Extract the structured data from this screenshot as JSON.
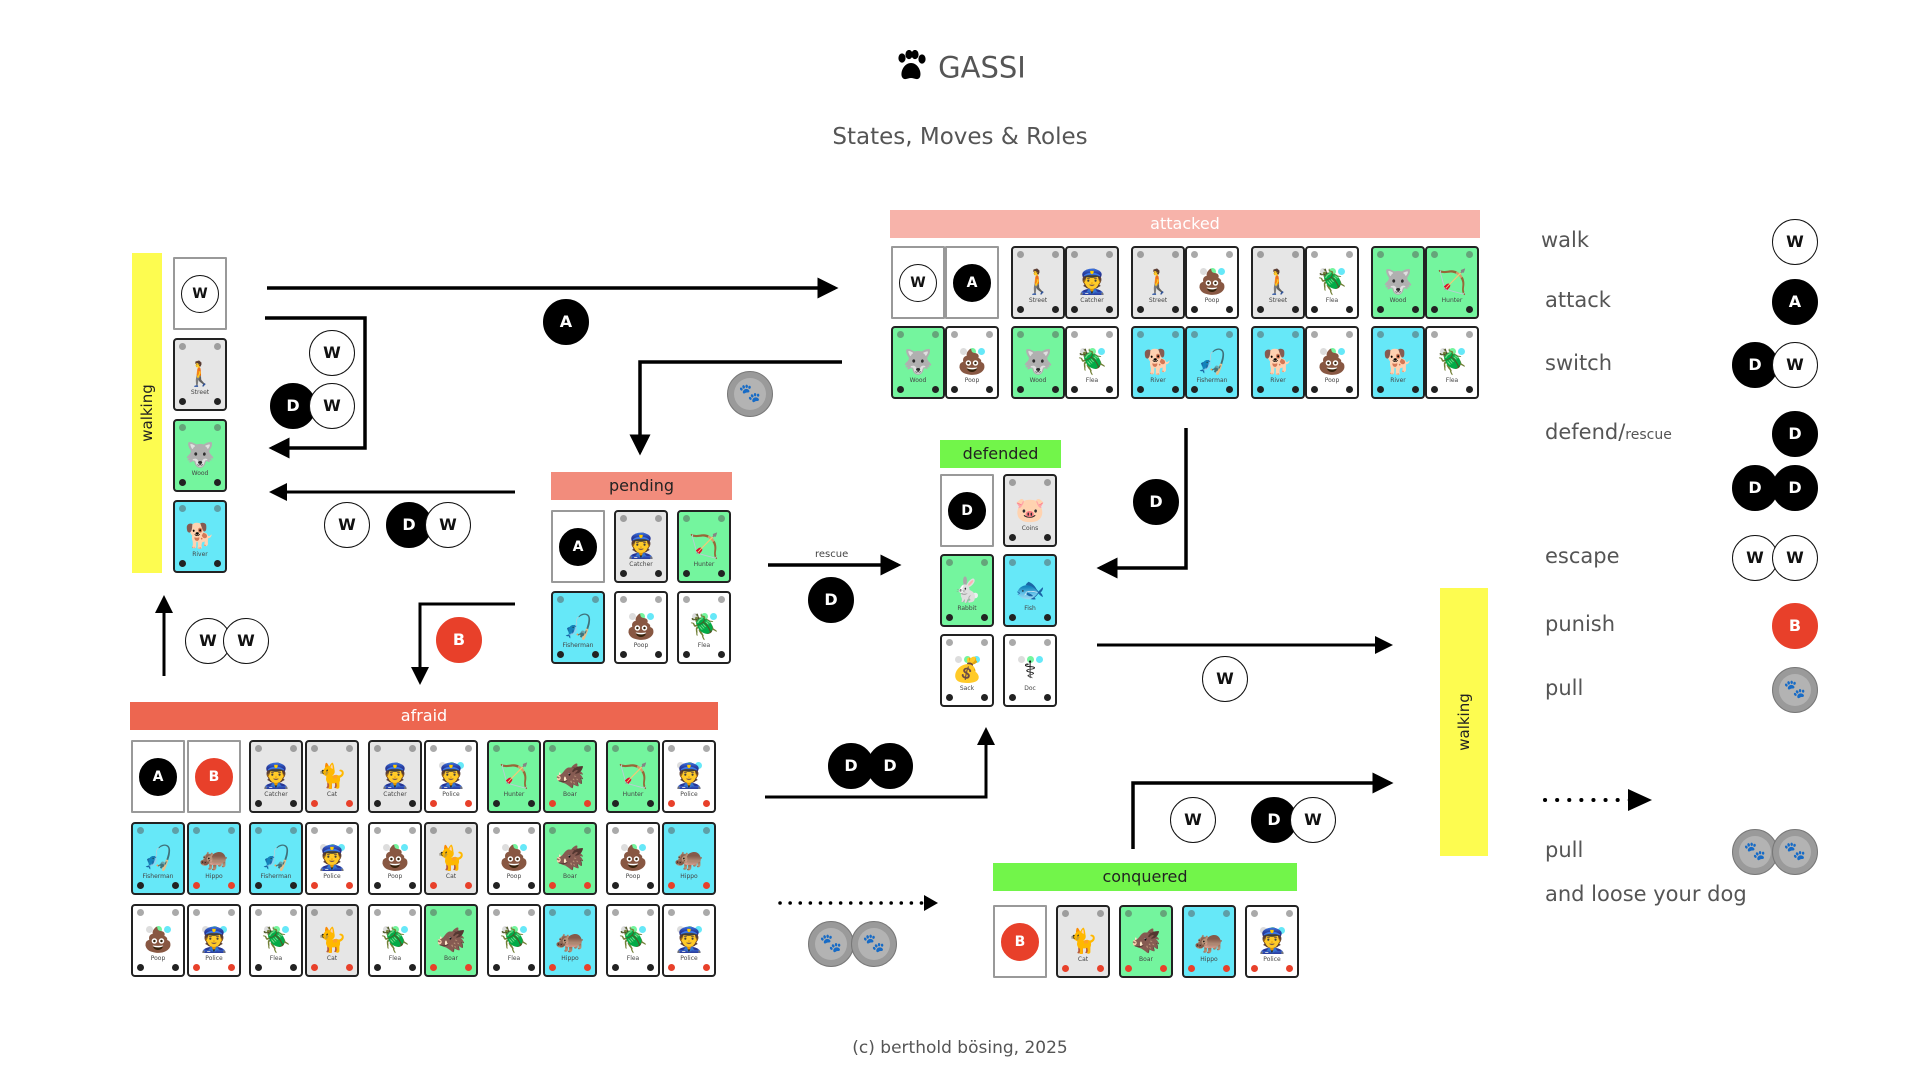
{
  "header": {
    "title": "GASSI",
    "title_icon": "paw-icon",
    "subtitle": "States, Moves & Roles"
  },
  "footer": "(c) berthold bösing, 2025",
  "colors": {
    "walking": "#fdfc50",
    "attacked": "#f7b3aa",
    "pending": "#f28c7c",
    "defended": "#72f54a",
    "afraid": "#ed6650",
    "conquered": "#72f54a",
    "card_gray": "#e6e6e6",
    "card_green": "#74f59e",
    "card_cyan": "#66e8f8",
    "punish_red": "#e8402a"
  },
  "tokens": {
    "walk": "W",
    "attack": "A",
    "defend": "D",
    "punish": "B",
    "pull": "🐾"
  },
  "states": {
    "walking_left": {
      "label": "walking",
      "cards": [
        {
          "type": "move",
          "token": "W"
        },
        {
          "type": "gray",
          "icon": "🚶",
          "label": "Street"
        },
        {
          "type": "green",
          "icon": "🐺",
          "label": "Wood"
        },
        {
          "type": "cyan",
          "icon": "🐕",
          "label": "River"
        }
      ]
    },
    "walking_right": {
      "label": "walking"
    },
    "attacked": {
      "label": "attacked",
      "row1": [
        {
          "type": "move",
          "token": "W"
        },
        {
          "type": "move",
          "token": "A"
        },
        {
          "type": "gray",
          "icon": "🚶",
          "label": "Street"
        },
        {
          "type": "gray",
          "icon": "👮",
          "label": "Catcher"
        },
        {
          "type": "gray",
          "icon": "🚶",
          "label": "Street"
        },
        {
          "type": "white",
          "icon": "💩",
          "label": "Poop"
        },
        {
          "type": "gray",
          "icon": "🚶",
          "label": "Street"
        },
        {
          "type": "white",
          "icon": "🪲",
          "label": "Flea"
        },
        {
          "type": "green",
          "icon": "🐺",
          "label": "Wood"
        },
        {
          "type": "green",
          "icon": "🏹",
          "label": "Hunter"
        }
      ],
      "row2": [
        {
          "type": "green",
          "icon": "🐺",
          "label": "Wood"
        },
        {
          "type": "white",
          "icon": "💩",
          "label": "Poop"
        },
        {
          "type": "green",
          "icon": "🐺",
          "label": "Wood"
        },
        {
          "type": "white",
          "icon": "🪲",
          "label": "Flea"
        },
        {
          "type": "cyan",
          "icon": "🐕",
          "label": "River"
        },
        {
          "type": "cyan",
          "icon": "🎣",
          "label": "Fisherman"
        },
        {
          "type": "cyan",
          "icon": "🐕",
          "label": "River"
        },
        {
          "type": "white",
          "icon": "💩",
          "label": "Poop"
        },
        {
          "type": "cyan",
          "icon": "🐕",
          "label": "River"
        },
        {
          "type": "white",
          "icon": "🪲",
          "label": "Flea"
        }
      ]
    },
    "pending": {
      "label": "pending",
      "cards": [
        {
          "type": "move",
          "token": "A"
        },
        {
          "type": "gray",
          "icon": "👮",
          "label": "Catcher"
        },
        {
          "type": "green",
          "icon": "🏹",
          "label": "Hunter"
        },
        {
          "type": "cyan",
          "icon": "🎣",
          "label": "Fisherman"
        },
        {
          "type": "white",
          "icon": "💩",
          "label": "Poop"
        },
        {
          "type": "white",
          "icon": "🪲",
          "label": "Flea"
        }
      ]
    },
    "defended": {
      "label": "defended",
      "cards": [
        {
          "type": "move",
          "token": "D"
        },
        {
          "type": "gray",
          "icon": "🐷",
          "label": "Coins"
        },
        {
          "type": "green",
          "icon": "🐇",
          "label": "Rabbit"
        },
        {
          "type": "cyan",
          "icon": "🐟",
          "label": "Fish"
        },
        {
          "type": "white",
          "icon": "💰",
          "label": "Sack"
        },
        {
          "type": "white",
          "icon": "⚕",
          "label": "Doc"
        }
      ]
    },
    "afraid": {
      "label": "afraid",
      "rows": [
        [
          {
            "type": "move",
            "token": "A"
          },
          {
            "type": "move",
            "token": "B"
          },
          {
            "type": "gray",
            "icon": "👮",
            "label": "Catcher"
          },
          {
            "type": "gray",
            "icon": "🐈",
            "label": "Cat",
            "red": true
          },
          {
            "type": "gray",
            "icon": "👮",
            "label": "Catcher"
          },
          {
            "type": "white",
            "icon": "👮",
            "label": "Police",
            "red": true
          },
          {
            "type": "green",
            "icon": "🏹",
            "label": "Hunter"
          },
          {
            "type": "green",
            "icon": "🐗",
            "label": "Boar",
            "red": true
          },
          {
            "type": "green",
            "icon": "🏹",
            "label": "Hunter"
          },
          {
            "type": "white",
            "icon": "👮",
            "label": "Police",
            "red": true
          }
        ],
        [
          {
            "type": "cyan",
            "icon": "🎣",
            "label": "Fisherman"
          },
          {
            "type": "cyan",
            "icon": "🦛",
            "label": "Hippo",
            "red": true
          },
          {
            "type": "cyan",
            "icon": "🎣",
            "label": "Fisherman"
          },
          {
            "type": "white",
            "icon": "👮",
            "label": "Police",
            "red": true
          },
          {
            "type": "white",
            "icon": "💩",
            "label": "Poop"
          },
          {
            "type": "gray",
            "icon": "🐈",
            "label": "Cat",
            "red": true
          },
          {
            "type": "white",
            "icon": "💩",
            "label": "Poop"
          },
          {
            "type": "green",
            "icon": "🐗",
            "label": "Boar",
            "red": true
          },
          {
            "type": "white",
            "icon": "💩",
            "label": "Poop"
          },
          {
            "type": "cyan",
            "icon": "🦛",
            "label": "Hippo",
            "red": true
          }
        ],
        [
          {
            "type": "white",
            "icon": "💩",
            "label": "Poop"
          },
          {
            "type": "white",
            "icon": "👮",
            "label": "Police",
            "red": true
          },
          {
            "type": "white",
            "icon": "🪲",
            "label": "Flea"
          },
          {
            "type": "gray",
            "icon": "🐈",
            "label": "Cat",
            "red": true
          },
          {
            "type": "white",
            "icon": "🪲",
            "label": "Flea"
          },
          {
            "type": "green",
            "icon": "🐗",
            "label": "Boar",
            "red": true
          },
          {
            "type": "white",
            "icon": "🪲",
            "label": "Flea"
          },
          {
            "type": "cyan",
            "icon": "🦛",
            "label": "Hippo",
            "red": true
          },
          {
            "type": "white",
            "icon": "🪲",
            "label": "Flea"
          },
          {
            "type": "white",
            "icon": "👮",
            "label": "Police",
            "red": true
          }
        ]
      ]
    },
    "conquered": {
      "label": "conquered",
      "cards": [
        {
          "type": "move",
          "token": "B"
        },
        {
          "type": "gray",
          "icon": "🐈",
          "label": "Cat",
          "red": true
        },
        {
          "type": "green",
          "icon": "🐗",
          "label": "Boar",
          "red": true
        },
        {
          "type": "cyan",
          "icon": "🦛",
          "label": "Hippo",
          "red": true
        },
        {
          "type": "white",
          "icon": "👮",
          "label": "Police",
          "red": true
        }
      ]
    }
  },
  "transitions": {
    "rescue_label": "rescue"
  },
  "legend": [
    {
      "label": "walk",
      "tokens": [
        "W"
      ]
    },
    {
      "label": "attack",
      "tokens": [
        "A"
      ]
    },
    {
      "label": "switch",
      "tokens": [
        "D",
        "W"
      ]
    },
    {
      "label": "defend/",
      "label_small": "rescue",
      "tokens": [
        "D"
      ]
    },
    {
      "label": "",
      "tokens": [
        "D",
        "D"
      ]
    },
    {
      "label": "escape",
      "tokens": [
        "W",
        "W"
      ]
    },
    {
      "label": "punish",
      "tokens": [
        "B"
      ]
    },
    {
      "label": "pull",
      "tokens": [
        "P"
      ]
    },
    {
      "label": "pull",
      "label2": "and loose your dog",
      "tokens": [
        "P",
        "P"
      ]
    }
  ]
}
